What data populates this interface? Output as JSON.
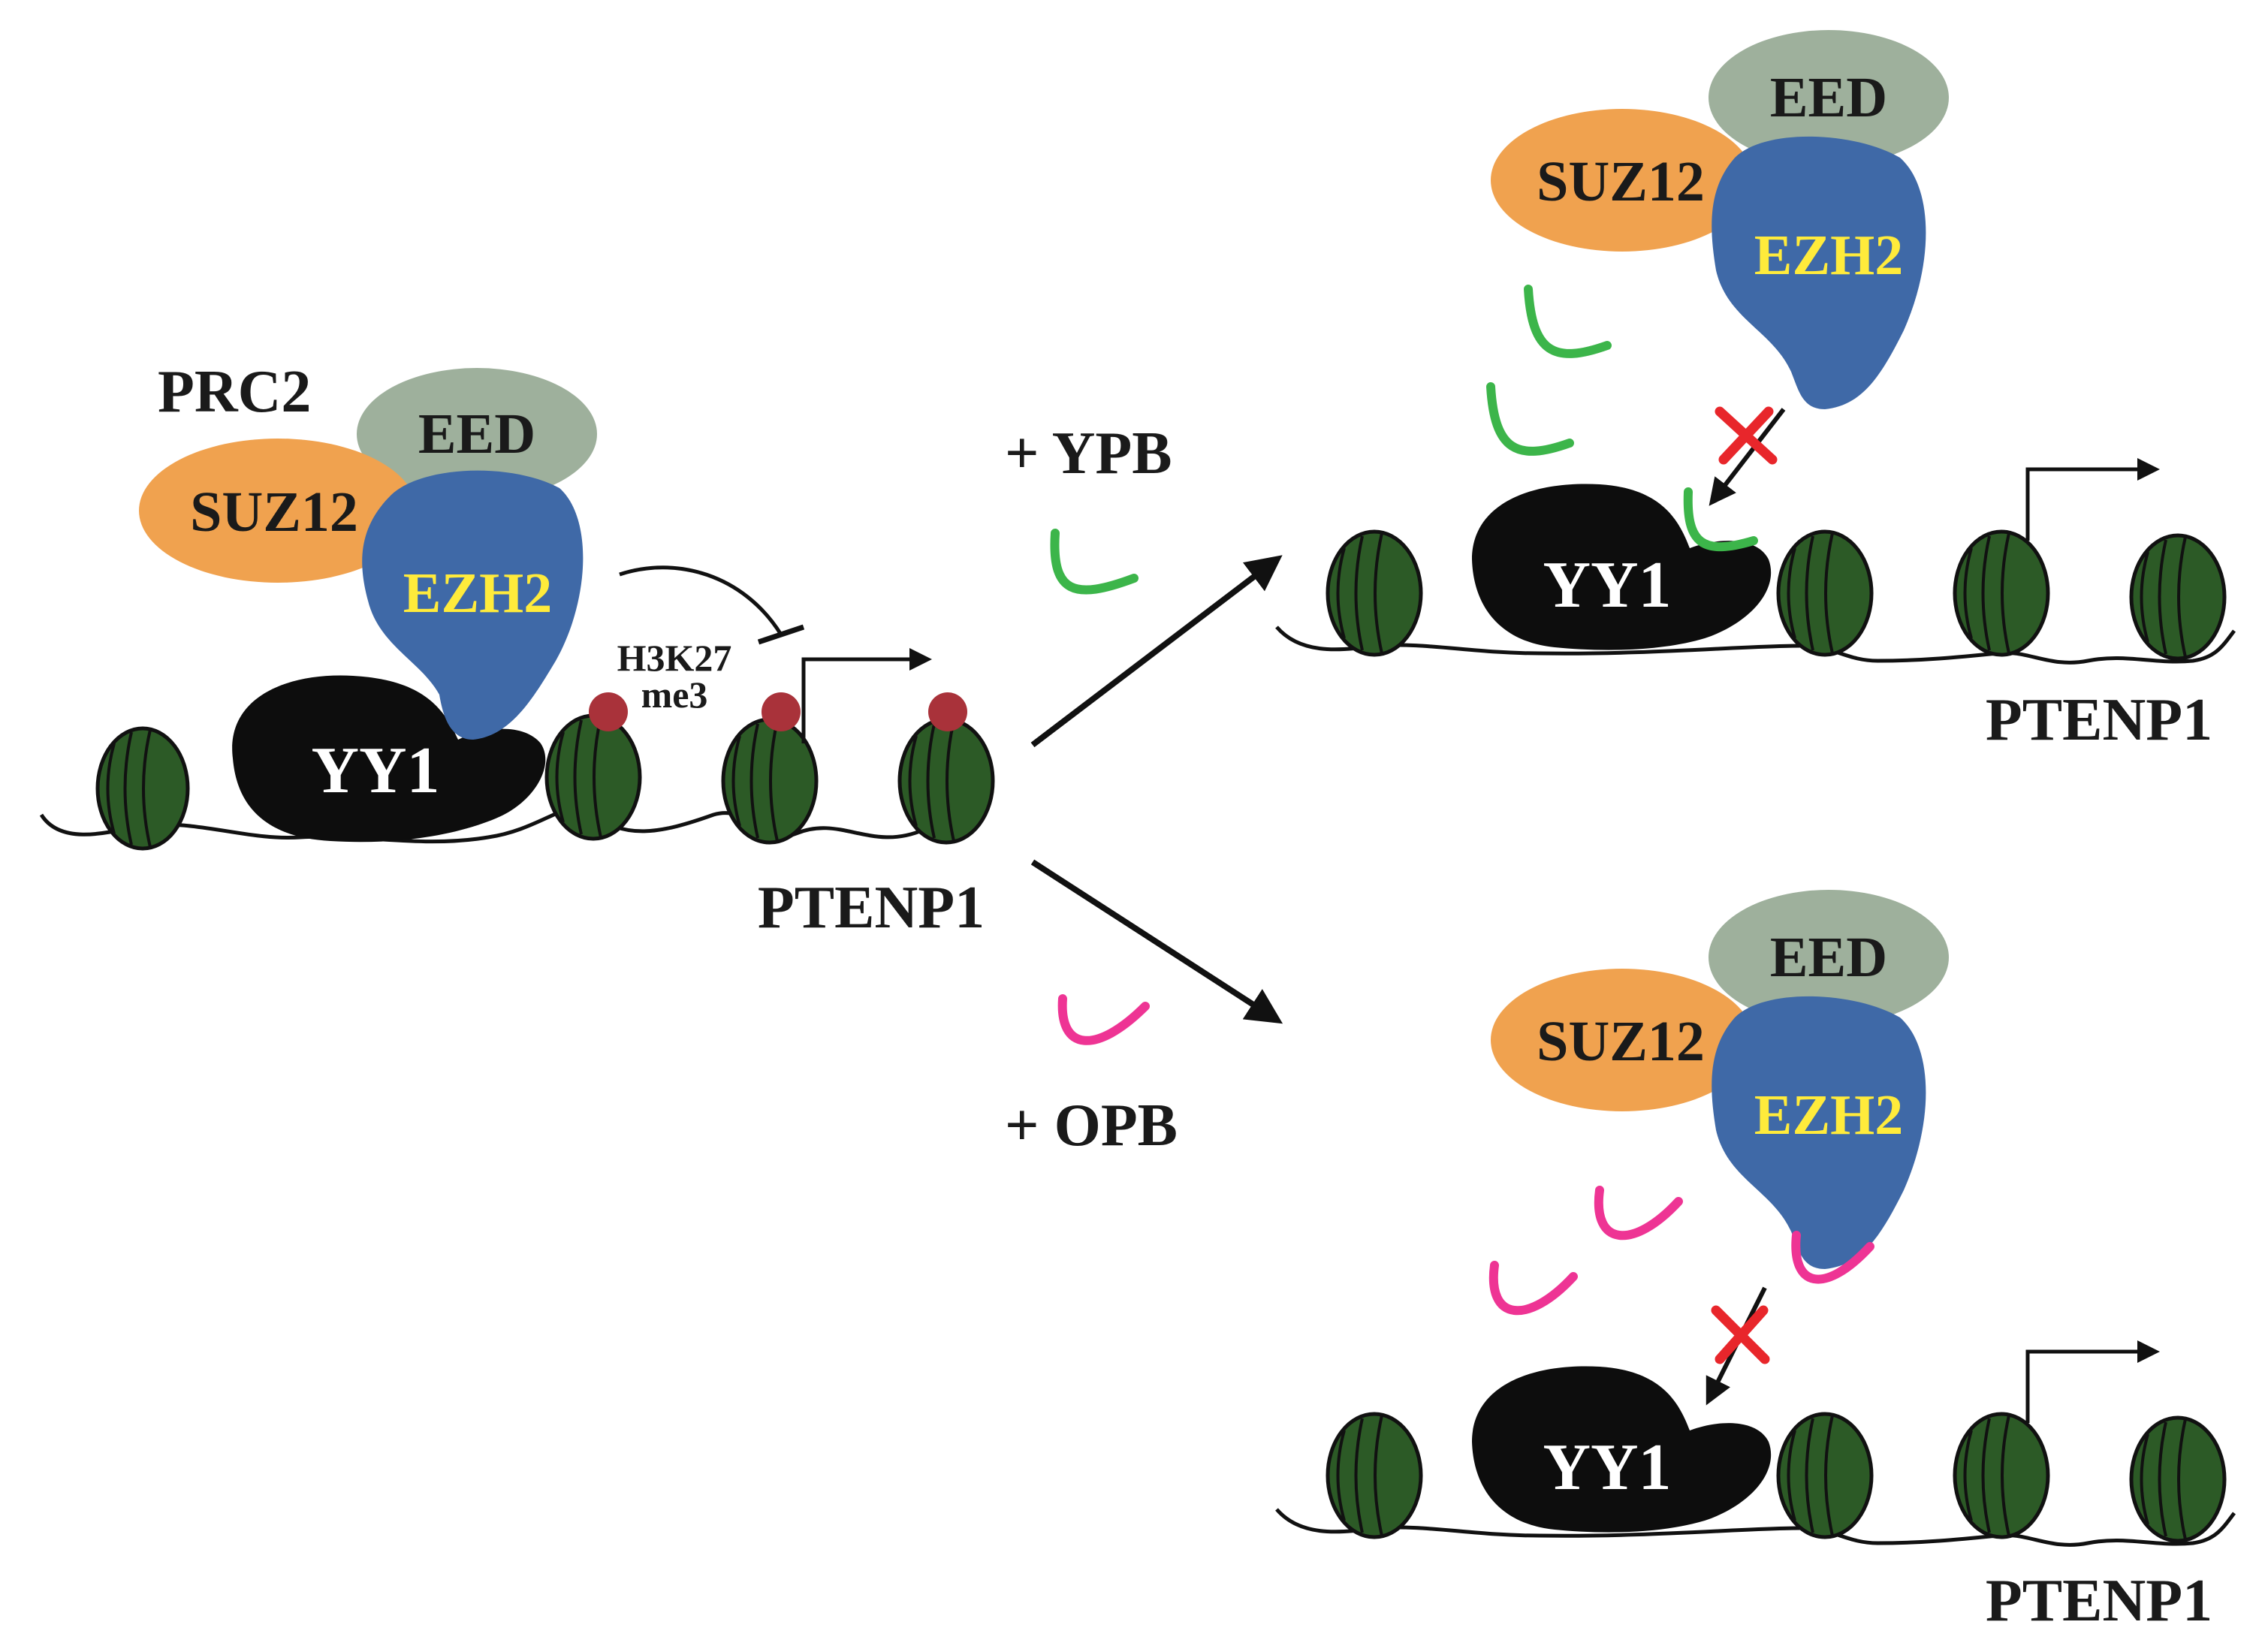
{
  "colors": {
    "eed": "#9eb09c",
    "suz12": "#f0a24f",
    "ezh2": "#3f69a7",
    "ezh2_text": "#ffeb3b",
    "yy1": "#0d0d0d",
    "nucleosome": "#2c5a26",
    "h3k27me3_mark": "#a9323a",
    "ypb": "#3cb54a",
    "opb": "#ee3494",
    "block_x": "#e8262b"
  },
  "left_panel": {
    "complex_label": "PRC2",
    "eed": "EED",
    "suz12": "SUZ12",
    "ezh2": "EZH2",
    "yy1": "YY1",
    "mark_label_line1": "H3K27",
    "mark_label_line2": "me3",
    "gene": "PTENP1"
  },
  "treatments": {
    "ypb": "+ YPB",
    "opb": "+ OPB"
  },
  "top_right_panel": {
    "eed": "EED",
    "suz12": "SUZ12",
    "ezh2": "EZH2",
    "yy1": "YY1",
    "gene": "PTENP1"
  },
  "bottom_right_panel": {
    "eed": "EED",
    "suz12": "SUZ12",
    "ezh2": "EZH2",
    "yy1": "YY1",
    "gene": "PTENP1"
  }
}
